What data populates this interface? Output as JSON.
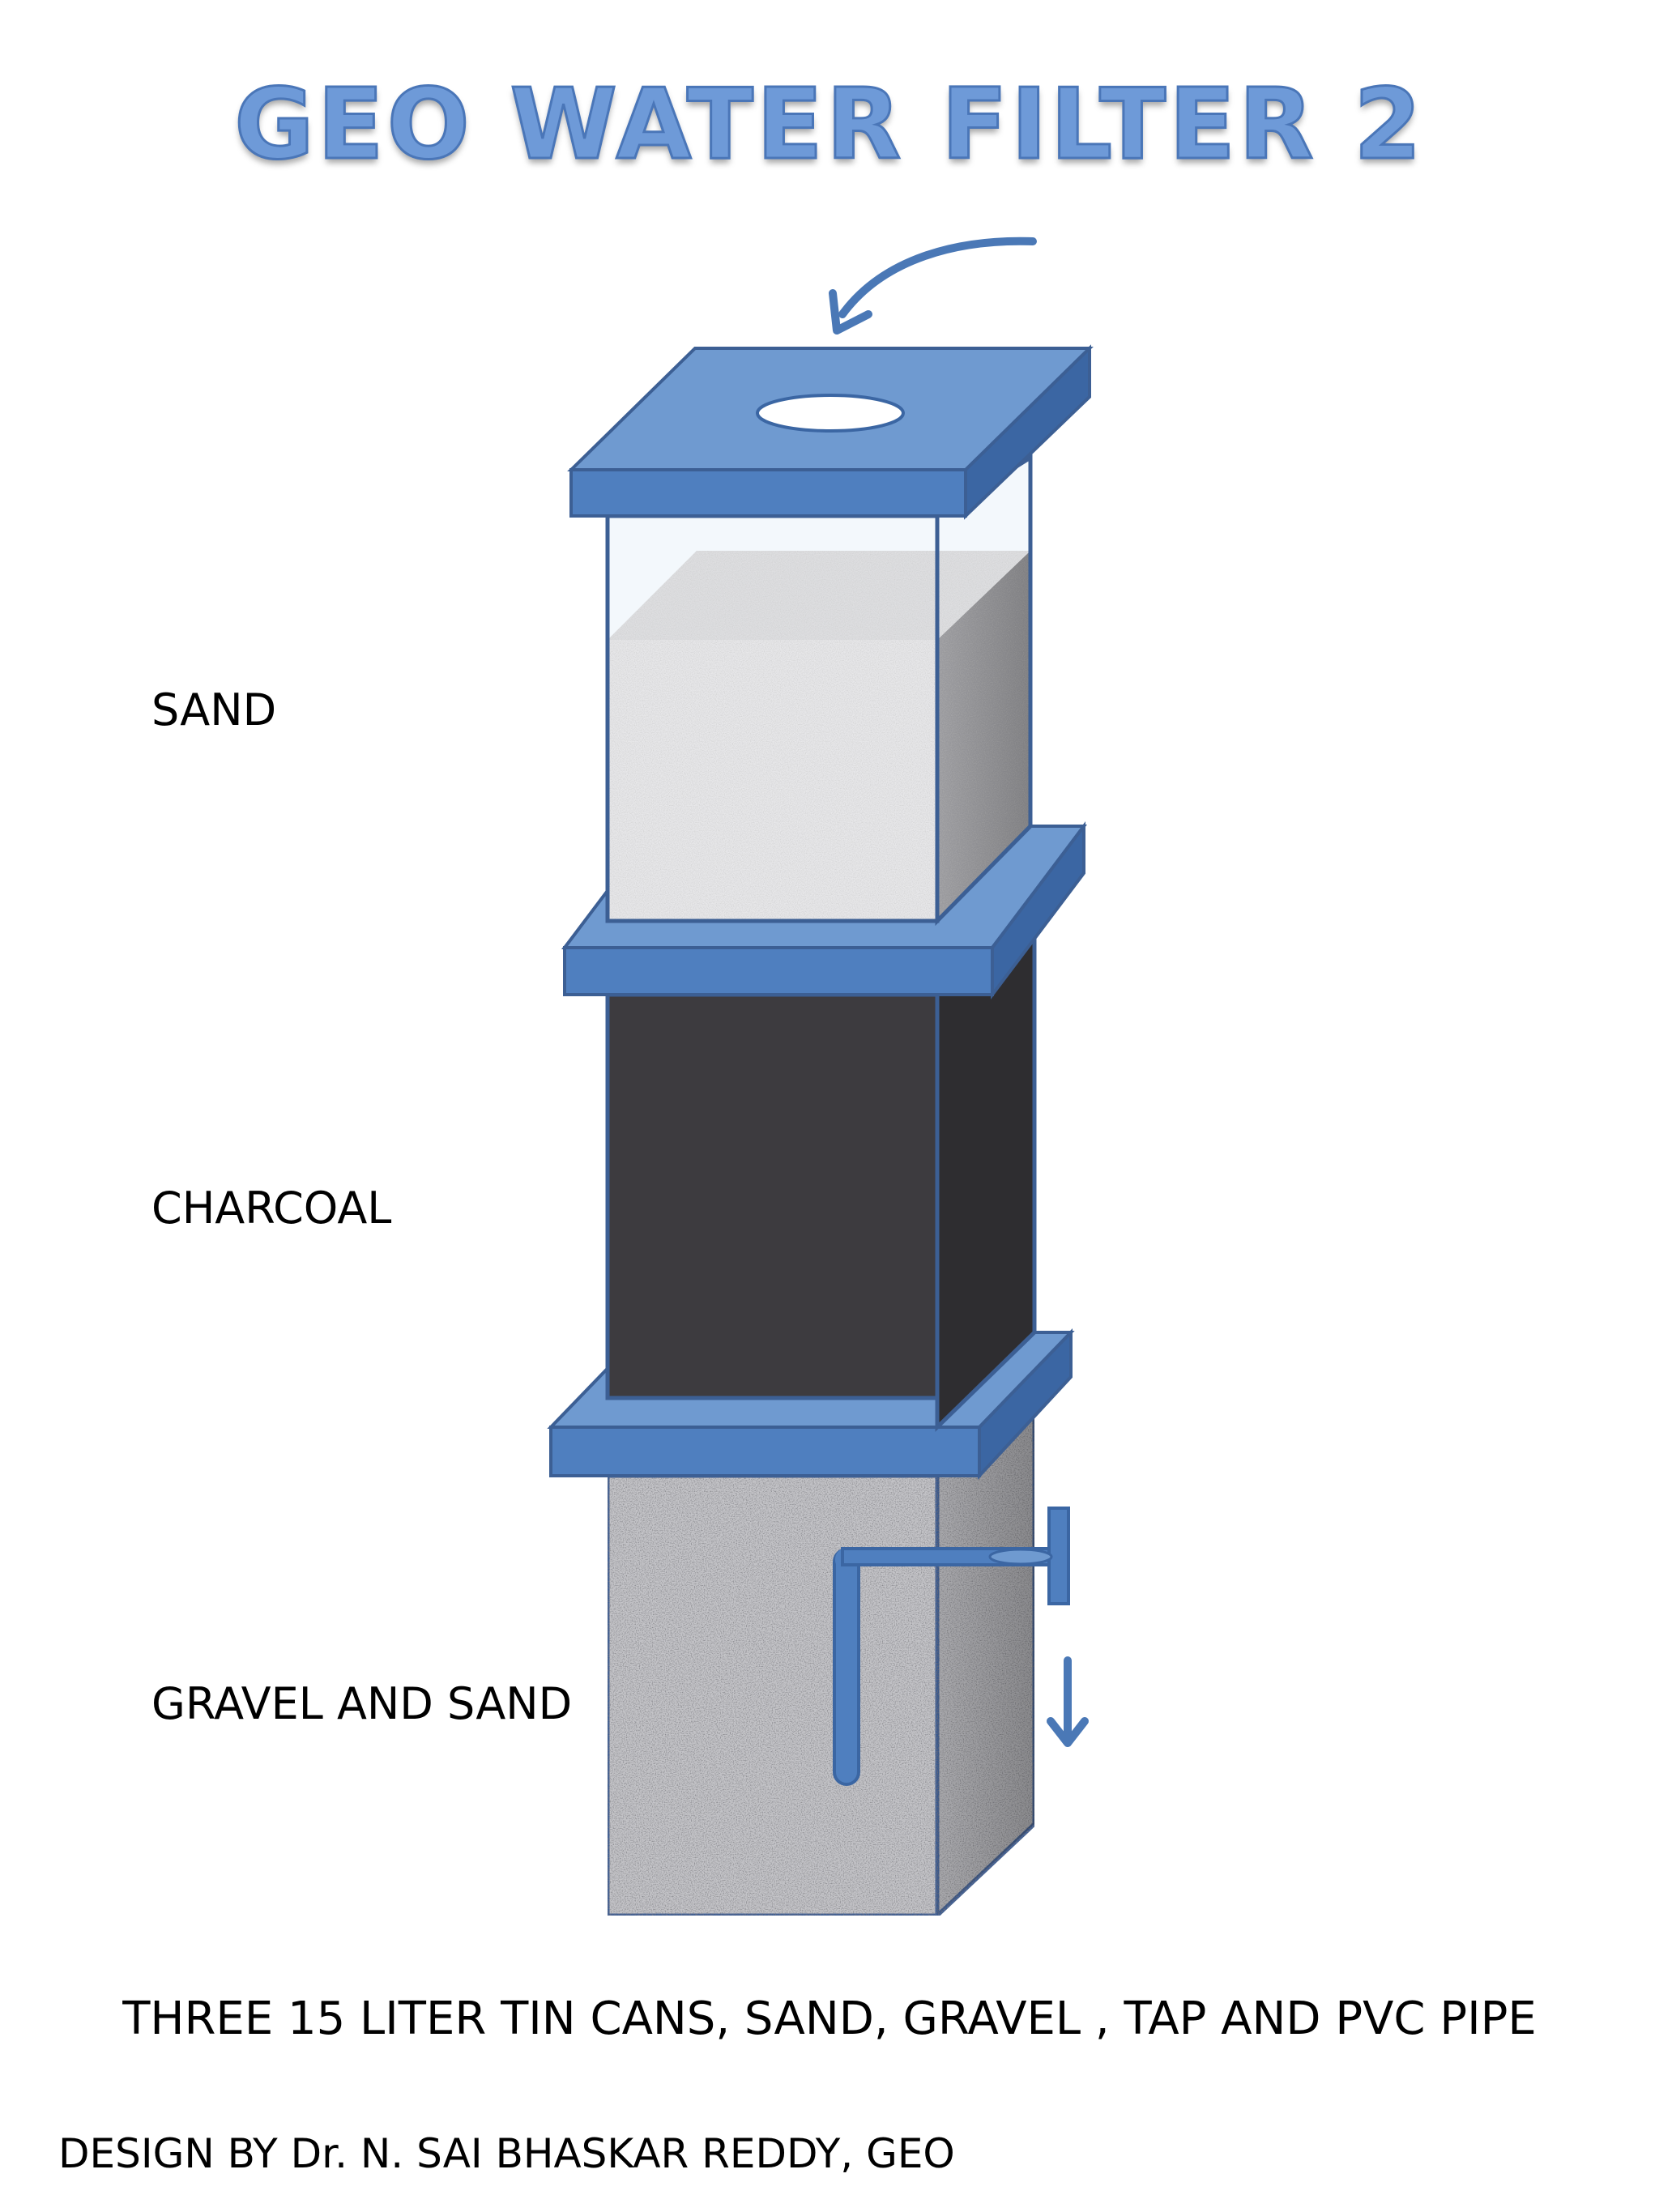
{
  "title": "GEO WATER FILTER 2",
  "layers": [
    {
      "label": "SAND"
    },
    {
      "label": "CHARCOAL"
    },
    {
      "label": "GRAVEL AND SAND"
    }
  ],
  "caption": "THREE 15 LITER TIN CANS, SAND, GRAVEL , TAP AND PVC PIPE",
  "credit": "DESIGN BY Dr. N. SAI BHASKAR REDDY, GEO",
  "colors": {
    "lid_blue": "#4f7fbf",
    "lid_top": "#6f9ad0",
    "lid_dark": "#3b66a3",
    "outline": "#3c5f94",
    "charcoal_front": "#3d3b3f",
    "charcoal_side": "#2e2d30",
    "arrow": "#4a78b6"
  }
}
